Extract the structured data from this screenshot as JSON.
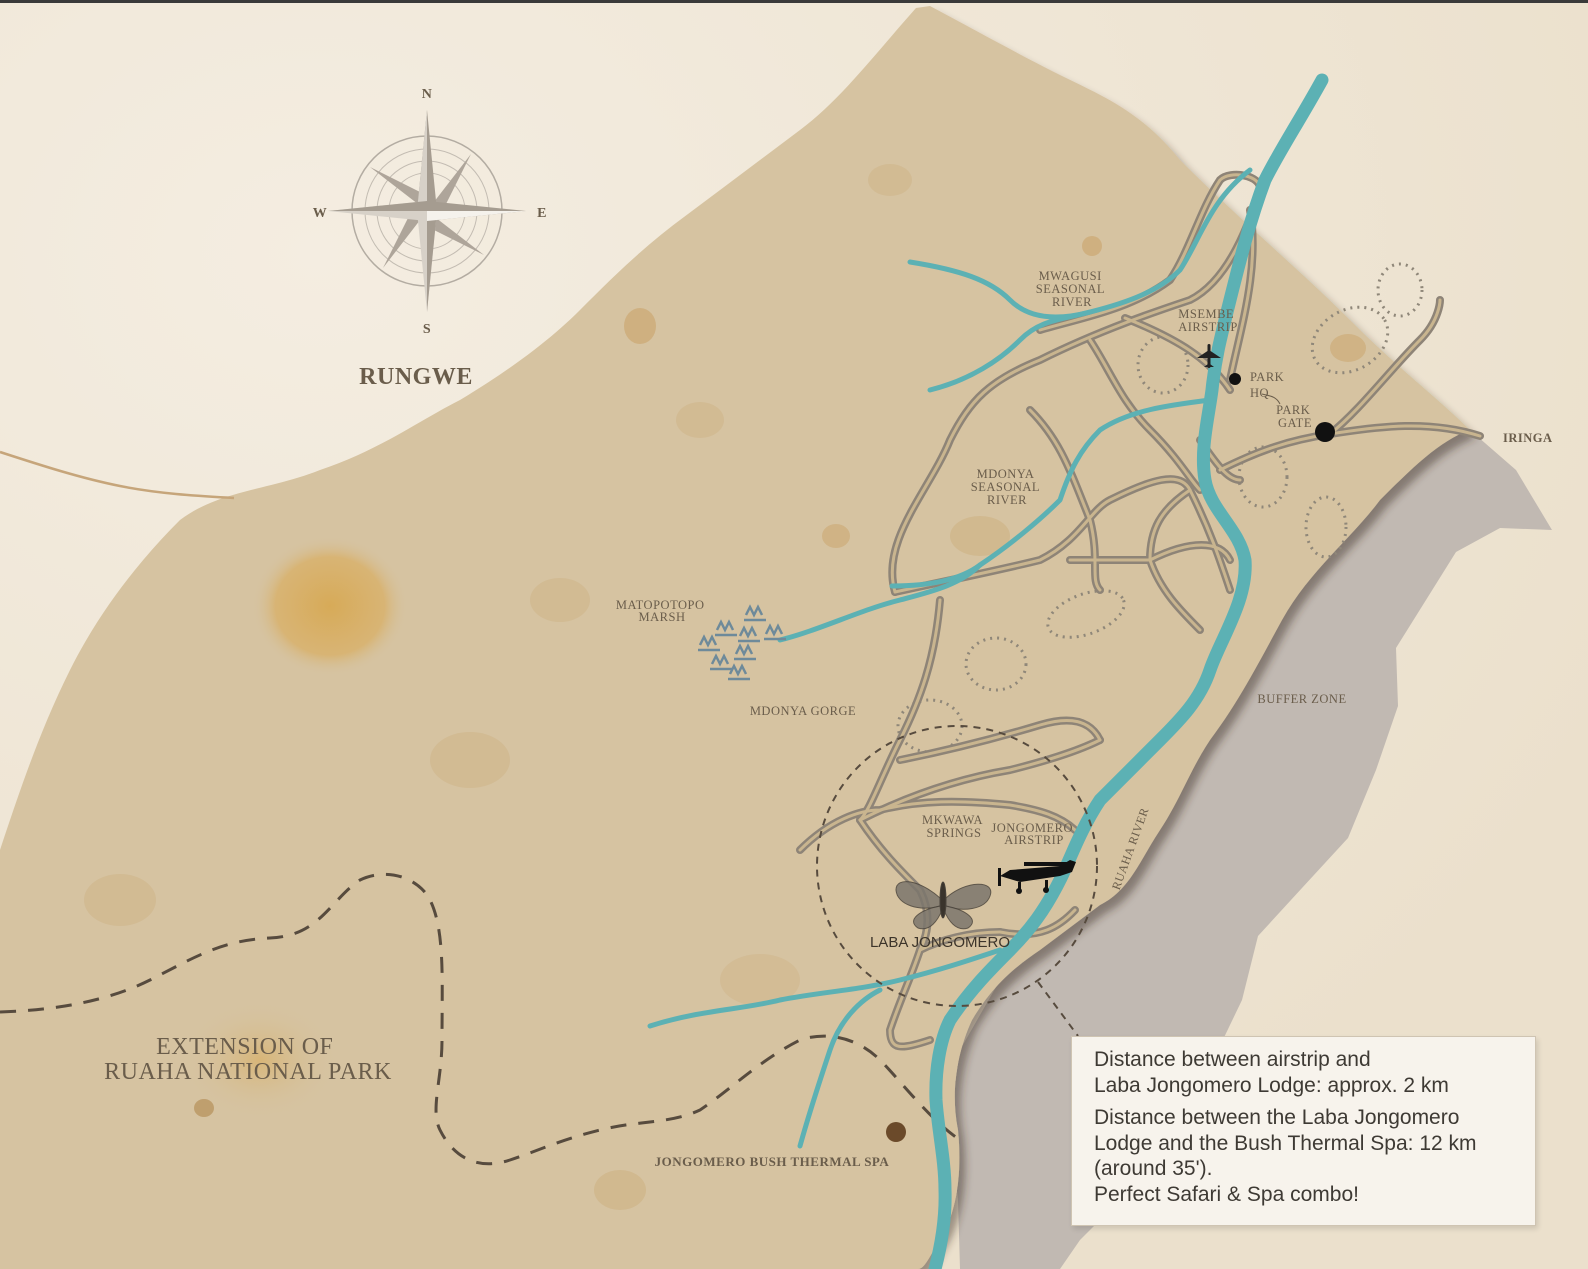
{
  "compass": {
    "north": "N",
    "south": "S",
    "east": "E",
    "west": "W"
  },
  "places": {
    "rungwe": "RUNGWE",
    "mwagusi": [
      "MWAGUSI",
      "SEASONAL",
      "RIVER"
    ],
    "msembe": [
      "MSEMBE",
      "AIRSTRIP"
    ],
    "park_hq": [
      "PARK",
      "HQ"
    ],
    "park_gate": [
      "PARK",
      "GATE"
    ],
    "iringa": "IRINGA",
    "mdonya_river": [
      "MDONYA",
      "SEASONAL",
      "RIVER"
    ],
    "matopotopo": [
      "MATOPOTOPO",
      "MARSH"
    ],
    "mdonya_gorge": "MDONYA GORGE",
    "buffer_zone": "BUFFER ZONE",
    "ruaha_river": "RUAHA RIVER",
    "mkwawa": [
      "MKWAWA",
      "SPRINGS"
    ],
    "jongomero_airstrip": [
      "JONGOMERO",
      "AIRSTRIP"
    ],
    "laba_jongomero": "LABA JONGOMERO",
    "extension": [
      "EXTENSION OF",
      "RUAHA NATIONAL PARK"
    ],
    "thermal_spa": "JONGOMERO BUSH THERMAL SPA"
  },
  "info": {
    "paragraph_1": [
      "Distance between airstrip and",
      "Laba Jongomero Lodge: approx. 2 km"
    ],
    "paragraph_2": [
      "Distance between the Laba Jongomero",
      "Lodge and the Bush Thermal Spa: 12 km",
      "(around 35').",
      "Perfect Safari & Spa combo!"
    ]
  },
  "colors": {
    "background": "#efe6d6",
    "land": "#d6c3a1",
    "river": "#5cb1b4",
    "road": "#8f8476",
    "buffer_zone": "#c0b8b1",
    "label": "#6a5d4b"
  }
}
